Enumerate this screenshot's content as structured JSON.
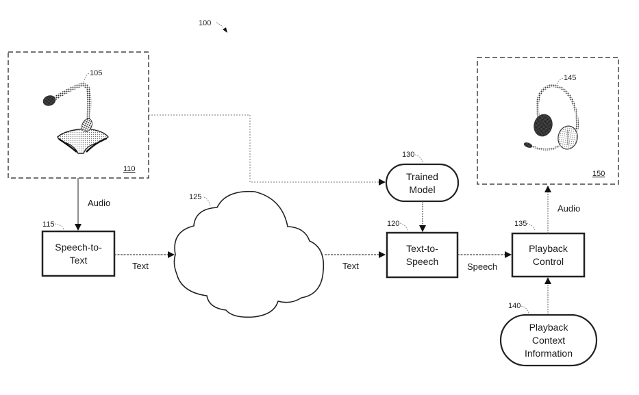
{
  "figure": {
    "ref": "100"
  },
  "devices": {
    "microphone": {
      "ref": "105",
      "icon": "microphone-icon"
    },
    "input_device_box": {
      "ref": "110"
    },
    "headset": {
      "ref": "145",
      "icon": "headset-icon"
    },
    "output_device_box": {
      "ref": "150"
    }
  },
  "nodes": {
    "speech_to_text": {
      "ref": "115",
      "line1": "Speech-to-",
      "line2": "Text"
    },
    "text_to_speech": {
      "ref": "120",
      "line1": "Text-to-",
      "line2": "Speech"
    },
    "network": {
      "ref": "125",
      "icon": "cloud-icon"
    },
    "trained_model": {
      "ref": "130",
      "line1": "Trained",
      "line2": "Model"
    },
    "playback_control": {
      "ref": "135",
      "line1": "Playback",
      "line2": "Control"
    },
    "playback_context": {
      "ref": "140",
      "line1": "Playback",
      "line2": "Context",
      "line3": "Information"
    }
  },
  "edges": {
    "mic_to_stt": "Audio",
    "stt_to_cloud": "Text",
    "cloud_to_tts": "Text",
    "tts_to_playback": "Speech",
    "playback_to_headset": "Audio"
  }
}
